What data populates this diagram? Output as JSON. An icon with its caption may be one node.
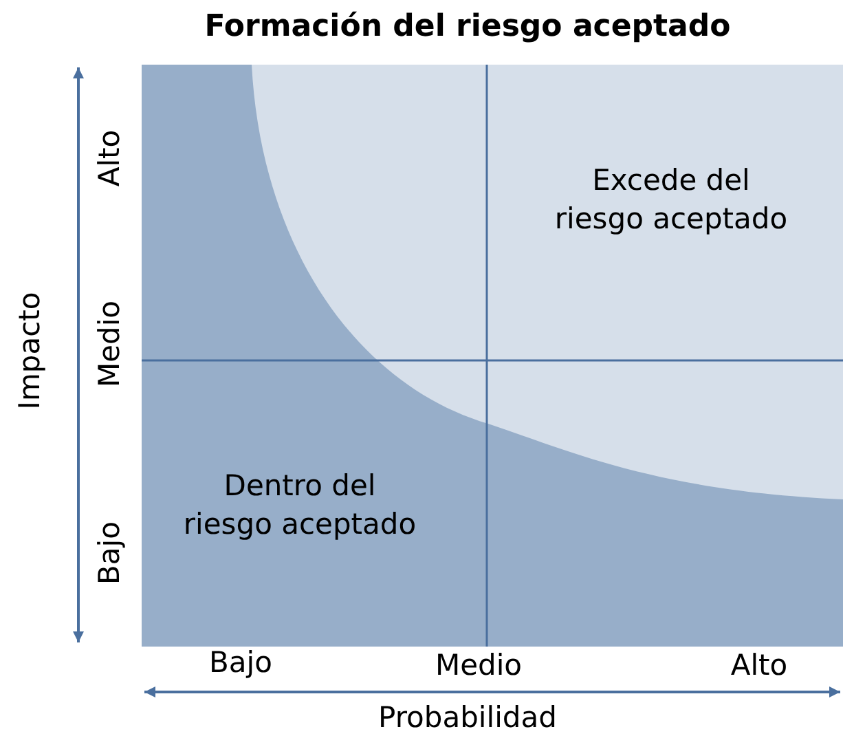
{
  "diagram": {
    "title": "Formación del riesgo aceptado",
    "nodes": [
      {
        "text": [
          "Dentro del riesgo aceptado"
        ]
      },
      {
        "text": [
          "Excede del riesgo aceptado"
        ],
        "in": 0
      }
    ],
    "labels": [
      "Impacto",
      "Alto",
      "Medio",
      "Bajo",
      "Bajo",
      "Medio",
      "Alto",
      "Probabilidad"
    ]
  }
}
